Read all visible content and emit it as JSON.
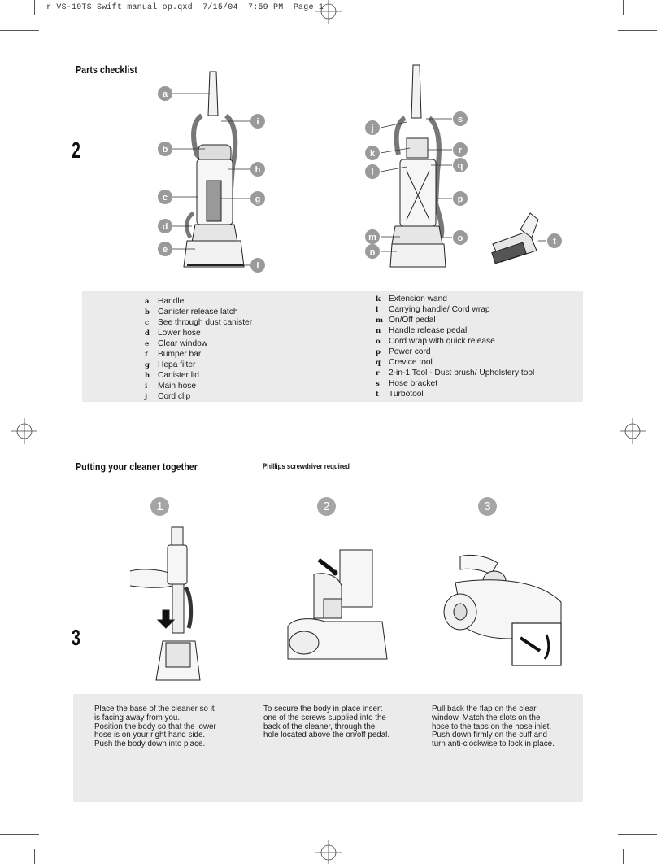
{
  "print_header": "r VS-19TS Swift manual op.qxd  7/15/04  7:59 PM  Page 1",
  "sections": {
    "parts": {
      "title": "Parts checklist",
      "number": "2"
    },
    "assembly": {
      "title": "Putting your cleaner together",
      "number": "3",
      "note": "Phillips screwdriver required"
    }
  },
  "callouts": [
    "a",
    "b",
    "c",
    "d",
    "e",
    "f",
    "g",
    "h",
    "i",
    "j",
    "k",
    "l",
    "m",
    "n",
    "o",
    "p",
    "q",
    "r",
    "s",
    "t"
  ],
  "parts_left": [
    {
      "letter": "a",
      "label": "Handle"
    },
    {
      "letter": "b",
      "label": "Canister release latch"
    },
    {
      "letter": "c",
      "label": "See through dust canister"
    },
    {
      "letter": "d",
      "label": "Lower hose"
    },
    {
      "letter": "e",
      "label": "Clear window"
    },
    {
      "letter": "f",
      "label": "Bumper bar"
    },
    {
      "letter": "g",
      "label": "Hepa filter"
    },
    {
      "letter": "h",
      "label": "Canister lid"
    },
    {
      "letter": "i",
      "label": "Main hose"
    },
    {
      "letter": "j",
      "label": "Cord clip"
    }
  ],
  "parts_right": [
    {
      "letter": "k",
      "label": "Extension wand"
    },
    {
      "letter": "l",
      "label": "Carrying handle/ Cord wrap"
    },
    {
      "letter": "m",
      "label": "On/Off pedal"
    },
    {
      "letter": "n",
      "label": "Handle release pedal"
    },
    {
      "letter": "o",
      "label": "Cord wrap with quick release"
    },
    {
      "letter": "p",
      "label": "Power cord"
    },
    {
      "letter": "q",
      "label": "Crevice tool"
    },
    {
      "letter": "r",
      "label": "2-in-1 Tool - Dust brush/ Upholstery tool"
    },
    {
      "letter": "s",
      "label": "Hose bracket"
    },
    {
      "letter": "t",
      "label": "Turbotool"
    }
  ],
  "steps": [
    {
      "number": "1",
      "text": "Place the base of the cleaner so it\nis facing away from you.\nPosition the body so that the lower\nhose is on your right hand side.\nPush the body down into place."
    },
    {
      "number": "2",
      "text": "To secure the body in place insert\none of the screws supplied into the\nback of the cleaner, through the\nhole located above the on/off pedal."
    },
    {
      "number": "3",
      "text": "Pull back the flap on the clear\nwindow. Match the slots on the\nhose to the tabs on the hose inlet.\nPush down firmly on the cuff and\nturn anti-clockwise to lock in place."
    }
  ]
}
